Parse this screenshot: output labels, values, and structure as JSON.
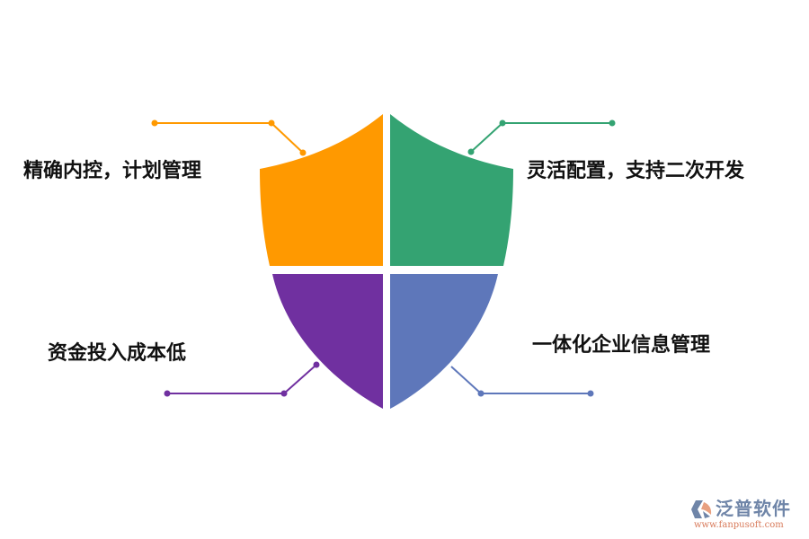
{
  "diagram": {
    "type": "shield-quadrant",
    "quadrants": [
      {
        "position": "top-left",
        "label": "精确内控，计划管理",
        "color": "#FF9900"
      },
      {
        "position": "top-right",
        "label": "灵活配置，支持二次开发",
        "color": "#34A372"
      },
      {
        "position": "bottom-left",
        "label": "资金投入成本低",
        "color": "#7030A0"
      },
      {
        "position": "bottom-right",
        "label": "一体化企业信息管理",
        "color": "#5E77BA"
      }
    ]
  },
  "labels": {
    "top_left": "精确内控，计划管理",
    "top_right": "灵活配置，支持二次开发",
    "bottom_left": "资金投入成本低",
    "bottom_right": "一体化企业信息管理"
  },
  "colors": {
    "orange": "#FF9900",
    "green": "#34A372",
    "purple": "#7030A0",
    "blue": "#5E77BA"
  },
  "logo": {
    "name": "泛普软件",
    "url": "www.fanpusoft.com",
    "icon": "fanpu-logo-icon"
  }
}
